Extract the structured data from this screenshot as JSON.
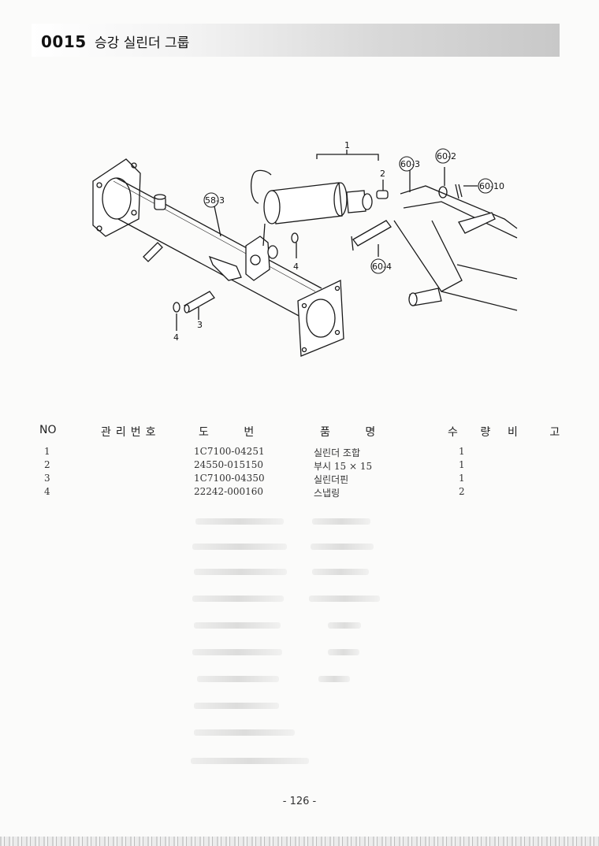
{
  "header": {
    "code": "0015",
    "title": "승강 실린더 그룹"
  },
  "diagram": {
    "callouts": [
      "1",
      "2",
      "3",
      "4",
      "4",
      "58-3",
      "60-3",
      "60-2",
      "60-10",
      "60-4"
    ]
  },
  "table": {
    "headers": {
      "no": "NO",
      "mgmt": "관리번호",
      "drawing": "도 번",
      "part_name": "품 명",
      "qty": "수 량",
      "remark": "비 고"
    },
    "rows": [
      {
        "no": "1",
        "drawing": "1C7100-04251",
        "name": "실린더 조합",
        "qty": "1"
      },
      {
        "no": "2",
        "drawing": "24550-015150",
        "name": "부시 15 × 15",
        "qty": "1"
      },
      {
        "no": "3",
        "drawing": "1C7100-04350",
        "name": "실린더핀",
        "qty": "1"
      },
      {
        "no": "4",
        "drawing": "22242-000160",
        "name": "스냅링",
        "qty": "2"
      }
    ]
  },
  "footer": {
    "page": "- 126 -"
  }
}
